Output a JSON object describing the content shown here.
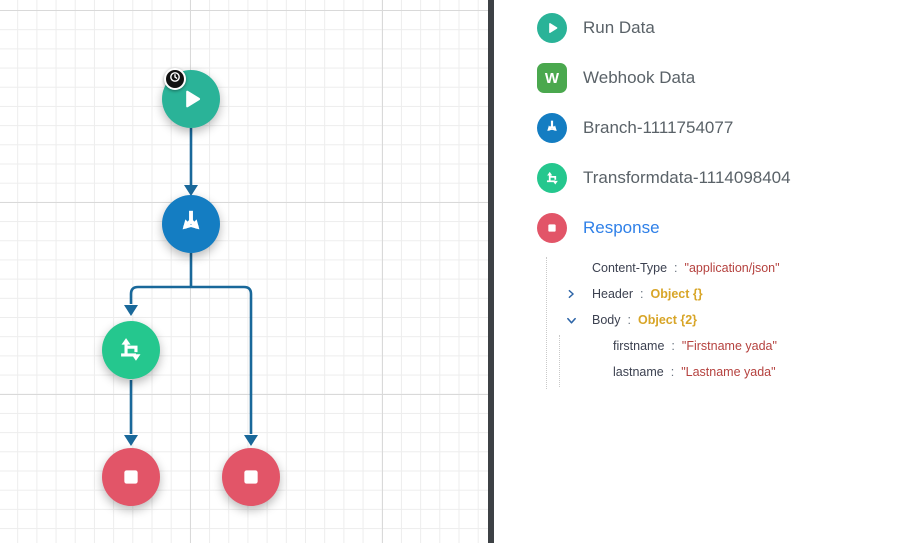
{
  "colors": {
    "node_teal": "#2ab398",
    "node_blue": "#147dc2",
    "node_green": "#25c78e",
    "node_red": "#e25568",
    "webhook_green": "#4aa84e",
    "connector": "#19689a",
    "response_link": "#2f80e8",
    "item_label": "#5a6268",
    "json_key": "#3c4150",
    "json_string": "#b5423f",
    "json_object": "#d8a527",
    "chevron": "#2c64a7"
  },
  "canvas": {
    "nodes": [
      {
        "id": "start",
        "icon": "play-icon",
        "badge": "clock-icon"
      },
      {
        "id": "branch",
        "icon": "branch-icon"
      },
      {
        "id": "transform",
        "icon": "transform-icon"
      },
      {
        "id": "end-left",
        "icon": "stop-icon"
      },
      {
        "id": "end-right",
        "icon": "stop-icon"
      }
    ]
  },
  "panel": {
    "items": [
      {
        "label": "Run Data",
        "icon": "play-icon"
      },
      {
        "label": "Webhook Data",
        "icon": "webhook-icon",
        "icon_letter": "W"
      },
      {
        "label": "Branch-1111754077",
        "icon": "branch-icon"
      },
      {
        "label": "Transformdata-1114098404",
        "icon": "transform-icon"
      },
      {
        "label": "Response",
        "icon": "stop-icon"
      }
    ],
    "response_tree": {
      "rows": [
        {
          "key": "Content-Type",
          "colon": ":",
          "value": "\"application/json\"",
          "type": "string"
        },
        {
          "key": "Header",
          "colon": ":",
          "value": "Object {}",
          "type": "object",
          "state": "collapsed"
        },
        {
          "key": "Body",
          "colon": ":",
          "value": "Object {2}",
          "type": "object",
          "state": "expanded"
        },
        {
          "key": "firstname",
          "colon": ":",
          "value": "\"Firstname yada\"",
          "type": "string"
        },
        {
          "key": "lastname",
          "colon": ":",
          "value": "\"Lastname yada\"",
          "type": "string"
        }
      ]
    }
  }
}
